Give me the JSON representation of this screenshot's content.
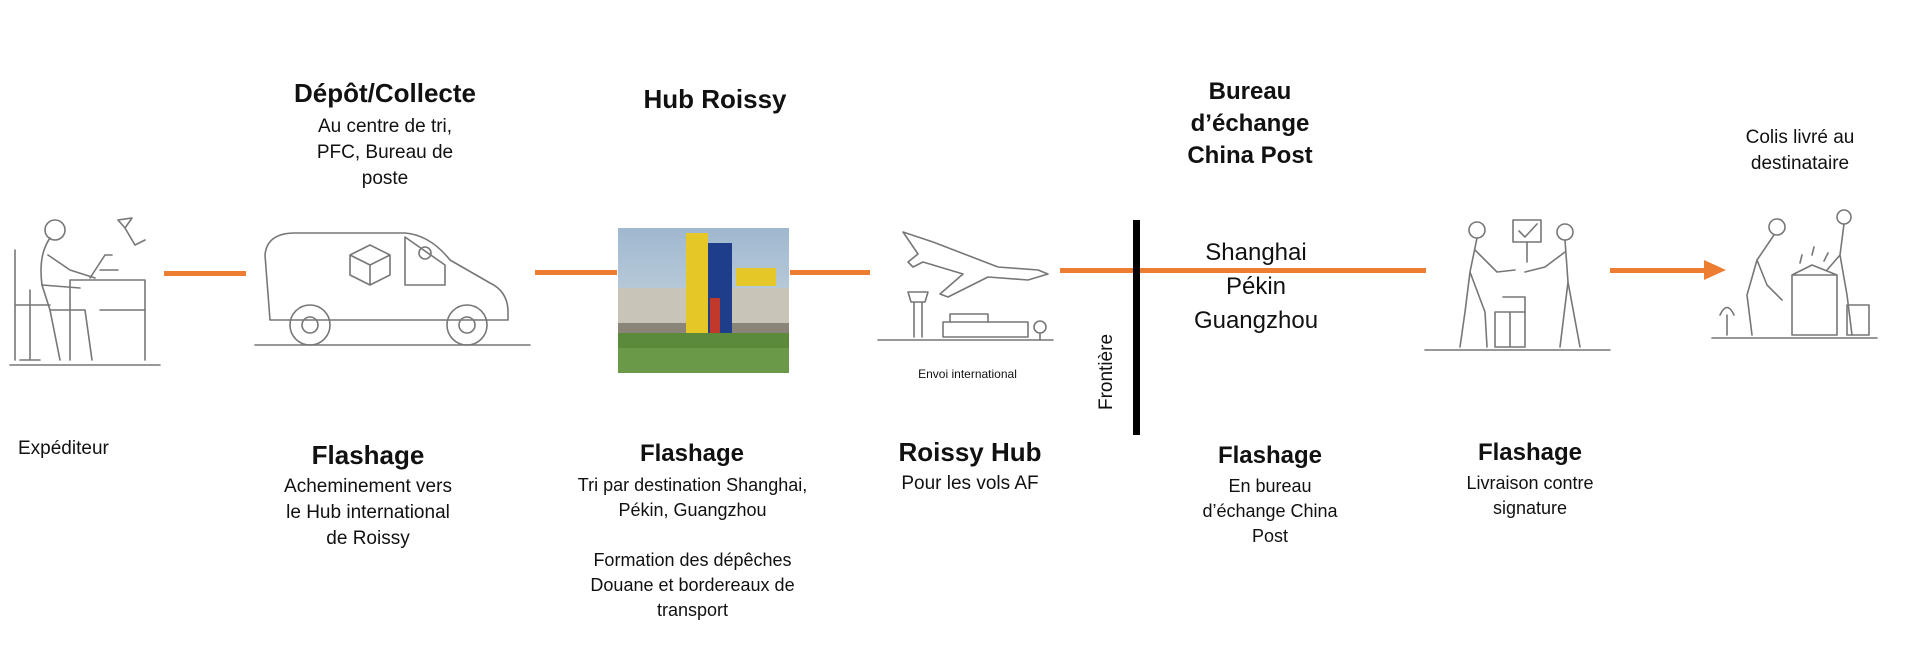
{
  "steps": {
    "sender": {
      "label": "Expéditeur"
    },
    "pickup": {
      "title": "Dépôt/Collecte",
      "lines": [
        "Au centre de tri,",
        "PFC, Bureau de",
        "poste"
      ],
      "flash_title": "Flashage",
      "flash_lines": [
        "Acheminement vers",
        "le Hub international",
        "de Roissy"
      ]
    },
    "hub": {
      "title": "Hub Roissy",
      "flash_title": "Flashage",
      "flash_lines": [
        "Tri par destination Shanghai,",
        "Pékin, Guangzhou",
        "",
        "Formation des dépêches",
        "Douane et bordereaux de",
        "transport"
      ]
    },
    "airport": {
      "caption": "Envoi international",
      "flash_title": "Roissy Hub",
      "flash_lines": [
        "Pour les vols AF"
      ]
    },
    "border": {
      "label": "Frontière"
    },
    "exchange": {
      "title_lines": [
        "Bureau",
        "d’échange",
        "China Post"
      ],
      "cities": [
        "Shanghai",
        "Pékin",
        "Guangzhou"
      ],
      "flash_title": "Flashage",
      "flash_lines": [
        "En bureau",
        "d’échange China",
        "Post"
      ]
    },
    "delivery": {
      "flash_title": "Flashage",
      "flash_lines": [
        "Livraison contre",
        "signature"
      ]
    },
    "recipient": {
      "title_lines": [
        "Colis livré au",
        "destinataire"
      ]
    }
  },
  "colors": {
    "connector": "#ed7d31",
    "border_line": "#000000",
    "art_stroke": "#777777"
  }
}
